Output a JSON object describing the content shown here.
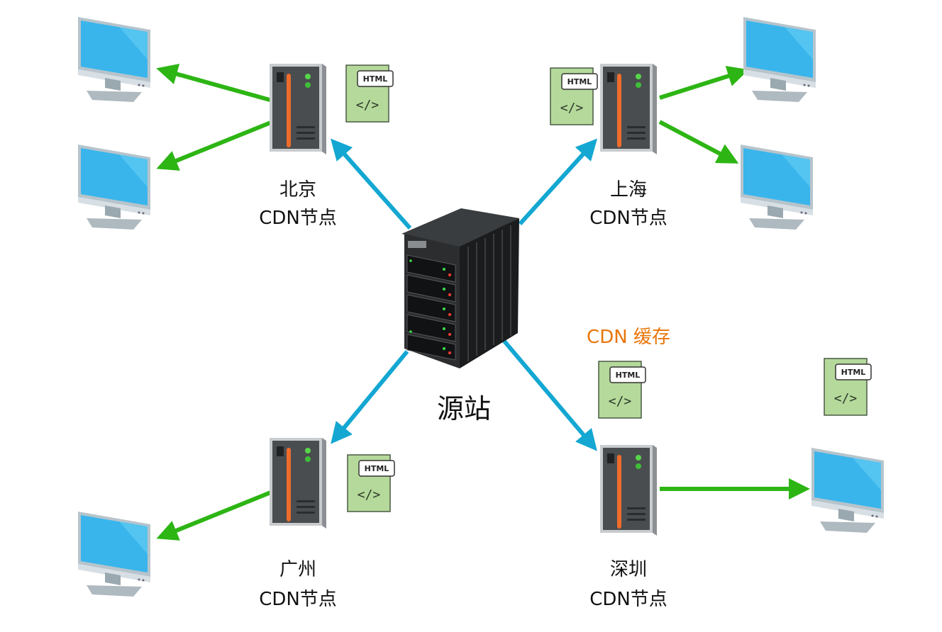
{
  "origin": {
    "label": "源站"
  },
  "cache_label": "CDN 缓存",
  "nodes": {
    "beijing": {
      "city": "北京",
      "caption": "CDN节点"
    },
    "shanghai": {
      "city": "上海",
      "caption": "CDN节点"
    },
    "guangzhou": {
      "city": "广州",
      "caption": "CDN节点"
    },
    "shenzhen": {
      "city": "深圳",
      "caption": "CDN节点"
    }
  },
  "doc_tag": "HTML",
  "doc_code_glyph": "</>",
  "colors": {
    "origin_link": "#13a7d2",
    "client_link": "#2db514",
    "cache_label": "#e8760a",
    "doc_fill": "#b5d99b",
    "monitor_screen": "#39b5ec",
    "server_body": "#4a4d4f",
    "server_stripe": "#ef6c2b"
  }
}
